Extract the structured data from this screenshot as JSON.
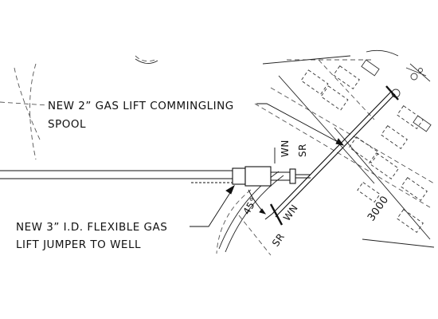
{
  "callouts": {
    "spool_line1": "NEW 2” GAS LIFT COMMINGLING",
    "spool_line2": "SPOOL",
    "jumper_line1": "NEW 3” I.D. FLEXIBLE GAS",
    "jumper_line2": "LIFT JUMPER TO WELL"
  },
  "labels": {
    "wn_upper": "WN",
    "sr_upper": "SR",
    "wn_lower": "WN",
    "sr_lower": "SR",
    "angle": "45°",
    "grid_ref": "3000"
  },
  "colors": {
    "line": "#111111",
    "dashed": "#555555",
    "background": "#ffffff"
  }
}
